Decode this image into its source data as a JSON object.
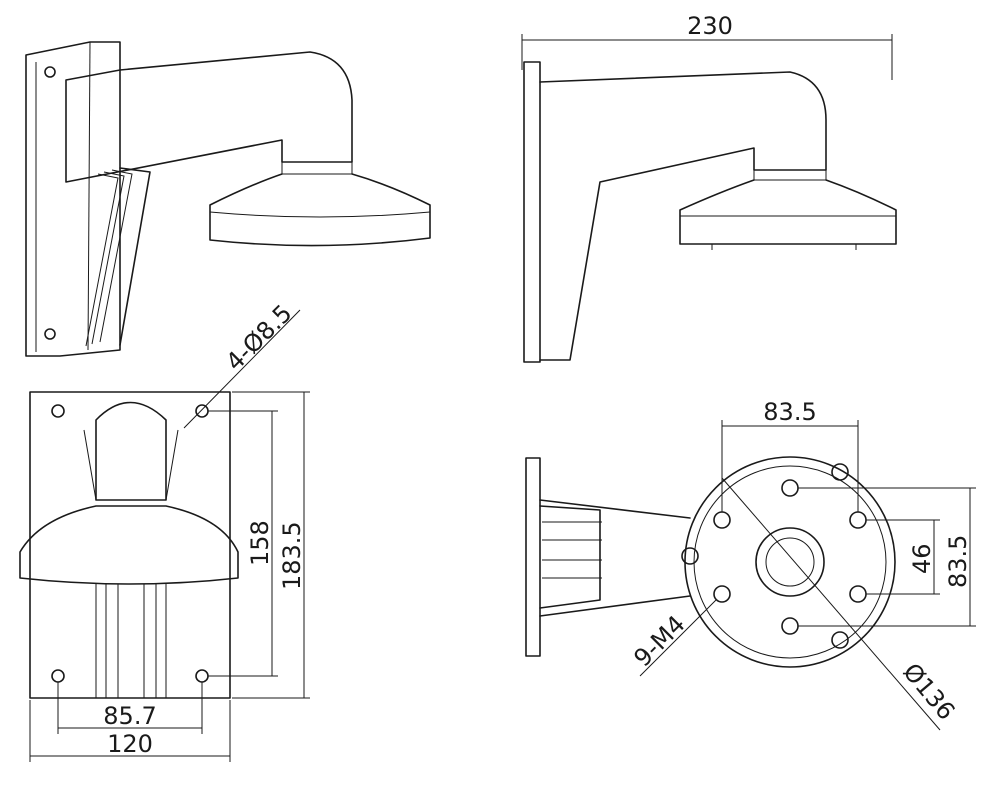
{
  "dimensions": {
    "overall_length": "230",
    "mount_hole_spec": "4-Ø8.5",
    "hole_pitch_vertical": "158",
    "plate_height": "183.5",
    "hole_pitch_horizontal": "85.7",
    "plate_width": "120",
    "flange_hole_span_h": "83.5",
    "flange_hole_span_v_inner": "46",
    "flange_hole_span_v_outer": "83.5",
    "thread_holes": "9-M4",
    "flange_diameter": "Ø136"
  }
}
